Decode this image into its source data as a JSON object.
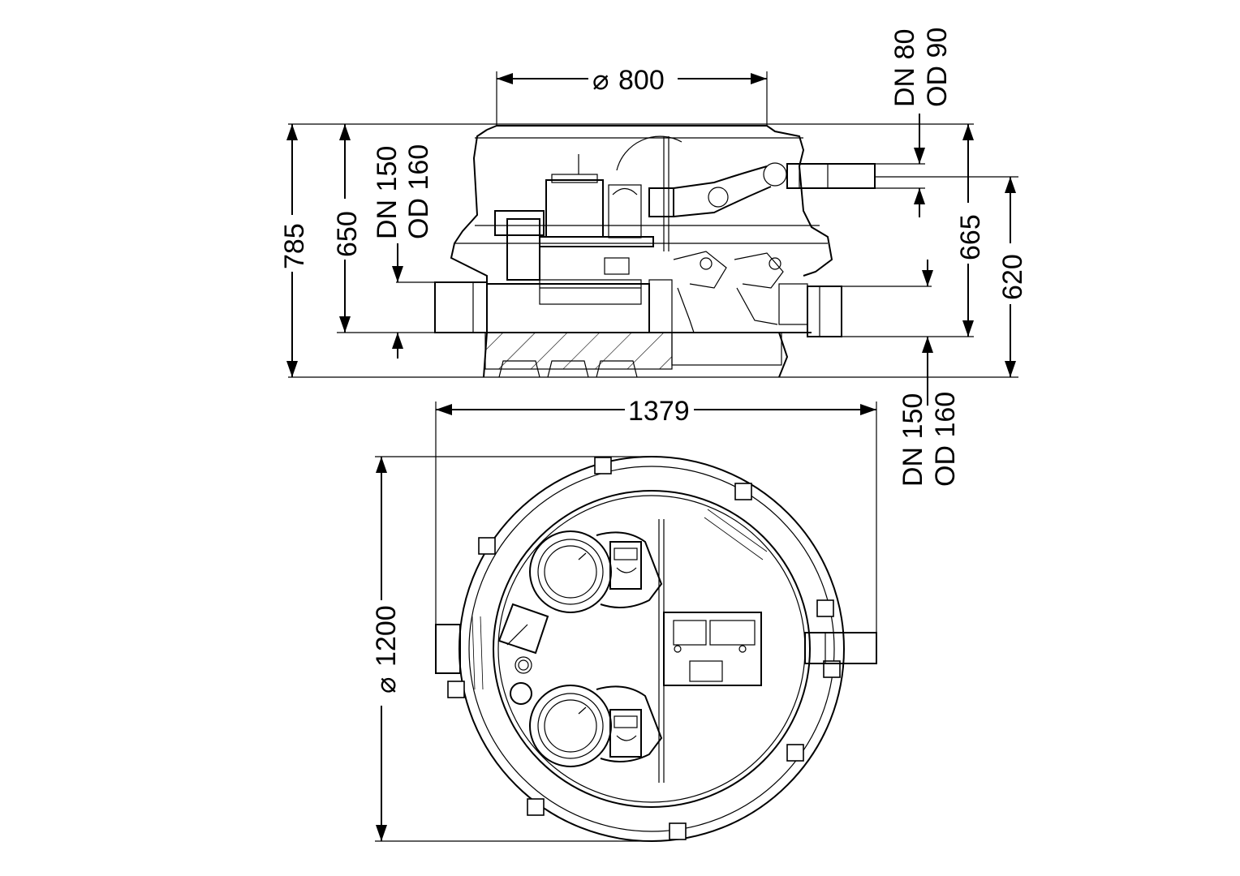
{
  "side_view": {
    "dim_top_diameter": "800",
    "dim_total_height": "785",
    "dim_inlet_height": "650",
    "dim_outlet_height": "665",
    "dim_right_inlet_height": "620",
    "pressure_outlet": {
      "line1": "DN 80",
      "line2": "OD 90"
    },
    "left_inlet": {
      "line1": "DN 150",
      "line2": "OD 160"
    },
    "right_inlet": {
      "line1": "DN 150",
      "line2": "OD 160"
    }
  },
  "top_view": {
    "dim_width": "1379",
    "dim_diameter": "1200"
  },
  "symbols": {
    "diameter": "⌀"
  },
  "colors": {
    "line": "#000000",
    "background": "#ffffff"
  }
}
